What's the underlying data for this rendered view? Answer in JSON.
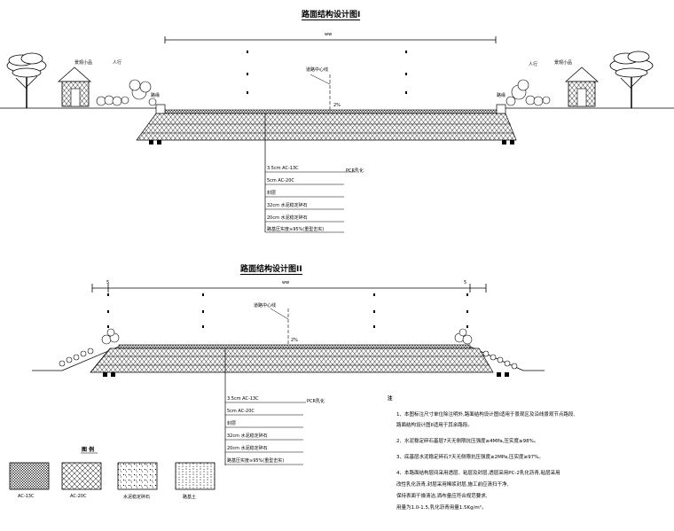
{
  "section1": {
    "title": "路面结构设计图I",
    "width_label": "ww",
    "label_left_house": "景观小品",
    "label_left_walk": "人行",
    "label_right_house": "景观小品",
    "label_right_walk": "人行",
    "label_curb_left": "路缘",
    "label_curb_right": "路缘",
    "label_center": "道路中心线",
    "label_slope": "2%",
    "layers": [
      "3.5cm AC-13C",
      "5cm AC-20C",
      "封层",
      "32cm 水泥稳定碎石",
      "20cm 水泥稳定碎石",
      "路基压实度≥95%(重型击实)"
    ],
    "layer_tag": "PCR乳化"
  },
  "section2": {
    "title": "路面结构设计图II",
    "width_label": "ww",
    "edge_left": "5",
    "edge_right": "5",
    "label_center": "道路中心线",
    "label_slope": "2%",
    "layers": [
      "3.5cm AC-13C",
      "5cm AC-20C",
      "封层",
      "32cm 水泥稳定碎石",
      "20cm 水泥稳定碎石",
      "路基压实度≥95%(重型击实)"
    ],
    "layer_tag": "PCR乳化"
  },
  "legend": {
    "title": "图 例",
    "items": [
      "AC-13C",
      "AC-20C",
      "水泥稳定碎石",
      "路基土"
    ]
  },
  "notes": {
    "title": "注",
    "lines": [
      "1、本图标注尺寸单位除注明外,路面结构设计图I适用于景观区及沿线景观节点路段,",
      "   路面结构设计图II适用于其余路段。",
      "2、水泥稳定碎石基层7天无侧限抗压强度≥4MPa,压实度≥98%。",
      "3、底基层水泥稳定碎石7天无侧限抗压强度≥2MPa,压实度≥97%。",
      "4、本路面结构层间采用透层、粘层及封层,透层采用PC-2乳化沥青,粘层采用",
      "   改性乳化沥青,封层采用稀浆封层,施工前应清扫干净,",
      "   保持表面干燥清洁,洒布量应符合规范要求,",
      "   用量为1.0-1.5,乳化沥青用量1.5Kg/m²。"
    ]
  }
}
